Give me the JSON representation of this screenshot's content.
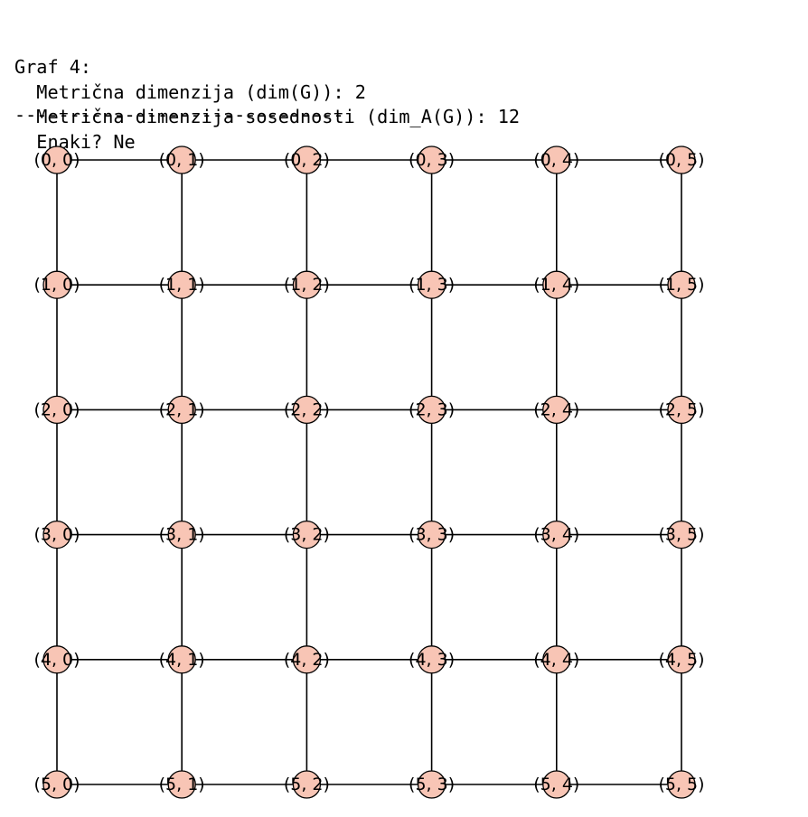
{
  "output": {
    "title": "Graf 4:",
    "metric_dimension": "  Metrična dimenzija (dim(G)): 2",
    "adjacency_dimension": "  Metrična dimenzija sosednosti (dim_A(G)): 12",
    "equal": "  Enaki? Ne",
    "separator": "------------------------------"
  },
  "graph": {
    "rows": 6,
    "cols": 6,
    "vertex_color": "#f8c5b5",
    "edge_color": "#000000",
    "vertex_labels": [
      [
        "(0, 0)",
        "(0, 1)",
        "(0, 2)",
        "(0, 3)",
        "(0, 4)",
        "(0, 5)"
      ],
      [
        "(1, 0)",
        "(1, 1)",
        "(1, 2)",
        "(1, 3)",
        "(1, 4)",
        "(1, 5)"
      ],
      [
        "(2, 0)",
        "(2, 1)",
        "(2, 2)",
        "(2, 3)",
        "(2, 4)",
        "(2, 5)"
      ],
      [
        "(3, 0)",
        "(3, 1)",
        "(3, 2)",
        "(3, 3)",
        "(3, 4)",
        "(3, 5)"
      ],
      [
        "(4, 0)",
        "(4, 1)",
        "(4, 2)",
        "(4, 3)",
        "(4, 4)",
        "(4, 5)"
      ],
      [
        "(5, 0)",
        "(5, 1)",
        "(5, 2)",
        "(5, 3)",
        "(5, 4)",
        "(5, 5)"
      ]
    ]
  }
}
